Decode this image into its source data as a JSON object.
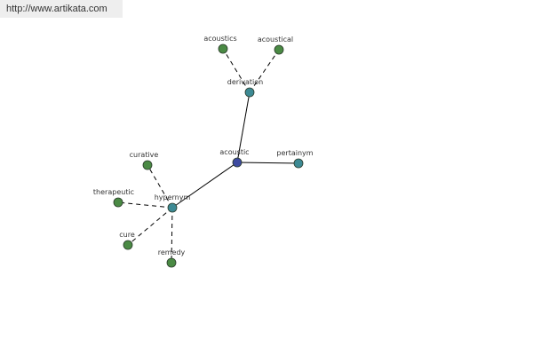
{
  "site": {
    "url": "http://www.artikata.com"
  },
  "colors": {
    "center": "#3d4aa0",
    "relation": "#3d8a94",
    "leaf": "#4a8a44",
    "node_outline": "#2a3a2a",
    "edge": "#000000"
  },
  "graph": {
    "nodes": [
      {
        "id": "acoustic",
        "label": "acoustic",
        "kind": "center"
      },
      {
        "id": "derivation",
        "label": "derivation",
        "kind": "relation"
      },
      {
        "id": "pertainym",
        "label": "pertainym",
        "kind": "relation"
      },
      {
        "id": "hypernym",
        "label": "hypernym",
        "kind": "relation"
      },
      {
        "id": "acoustics",
        "label": "acoustics",
        "kind": "leaf"
      },
      {
        "id": "acoustical",
        "label": "acoustical",
        "kind": "leaf"
      },
      {
        "id": "curative",
        "label": "curative",
        "kind": "leaf"
      },
      {
        "id": "therapeutic",
        "label": "therapeutic",
        "kind": "leaf"
      },
      {
        "id": "cure",
        "label": "cure",
        "kind": "leaf"
      },
      {
        "id": "remedy",
        "label": "remedy",
        "kind": "leaf"
      }
    ],
    "edges": [
      {
        "from": "acoustic",
        "to": "derivation",
        "style": "solid"
      },
      {
        "from": "acoustic",
        "to": "pertainym",
        "style": "solid"
      },
      {
        "from": "acoustic",
        "to": "hypernym",
        "style": "solid"
      },
      {
        "from": "derivation",
        "to": "acoustics",
        "style": "dashed"
      },
      {
        "from": "derivation",
        "to": "acoustical",
        "style": "dashed"
      },
      {
        "from": "hypernym",
        "to": "curative",
        "style": "dashed"
      },
      {
        "from": "hypernym",
        "to": "therapeutic",
        "style": "dashed"
      },
      {
        "from": "hypernym",
        "to": "cure",
        "style": "dashed"
      },
      {
        "from": "hypernym",
        "to": "remedy",
        "style": "dashed"
      }
    ]
  }
}
